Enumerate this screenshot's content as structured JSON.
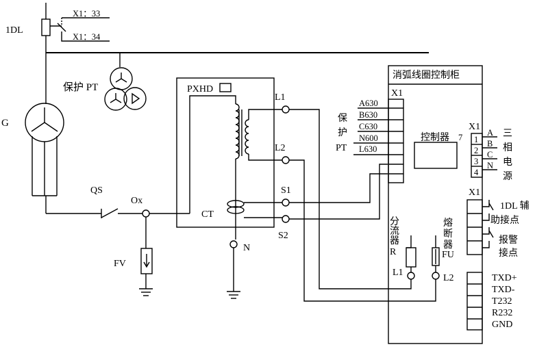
{
  "labels": {
    "dl": "1DL",
    "x1_33": "X1：33",
    "x1_34": "X1：34",
    "g": "G",
    "pt": "保护 PT",
    "pxhd": "PXHD",
    "l1": "L1",
    "l2": "L2",
    "s1": "S1",
    "s2": "S2",
    "ct": "CT",
    "n": "N",
    "qs": "QS",
    "ox": "Ox",
    "fv": "FV"
  },
  "cabinet": {
    "title": "消弧线圈控制柜",
    "x1_left": "X1",
    "terminals": [
      "A630",
      "B630",
      "C630",
      "N600",
      "L630"
    ],
    "pt_label": [
      "保",
      "护",
      "PT"
    ],
    "controller": "控制器",
    "controller_num": "7",
    "x1_right": "X1",
    "power_nums": [
      "1",
      "2",
      "3",
      "4"
    ],
    "power_phases": [
      "A",
      "B",
      "C",
      "N"
    ],
    "power_label": [
      "三",
      "相",
      "电",
      "源"
    ],
    "x1_aux": "X1",
    "aux_label": [
      "1DL 辅",
      "助接点"
    ],
    "alarm_label": [
      "报警",
      "接点"
    ],
    "shunt_label": [
      "分",
      "流",
      "器",
      "R"
    ],
    "fuse_label": [
      "熔",
      "断",
      "器",
      "FU"
    ],
    "inner_l1": "L1",
    "inner_l2": "L2",
    "comm": [
      "TXD+",
      "TXD-",
      "T232",
      "R232",
      "GND"
    ]
  }
}
